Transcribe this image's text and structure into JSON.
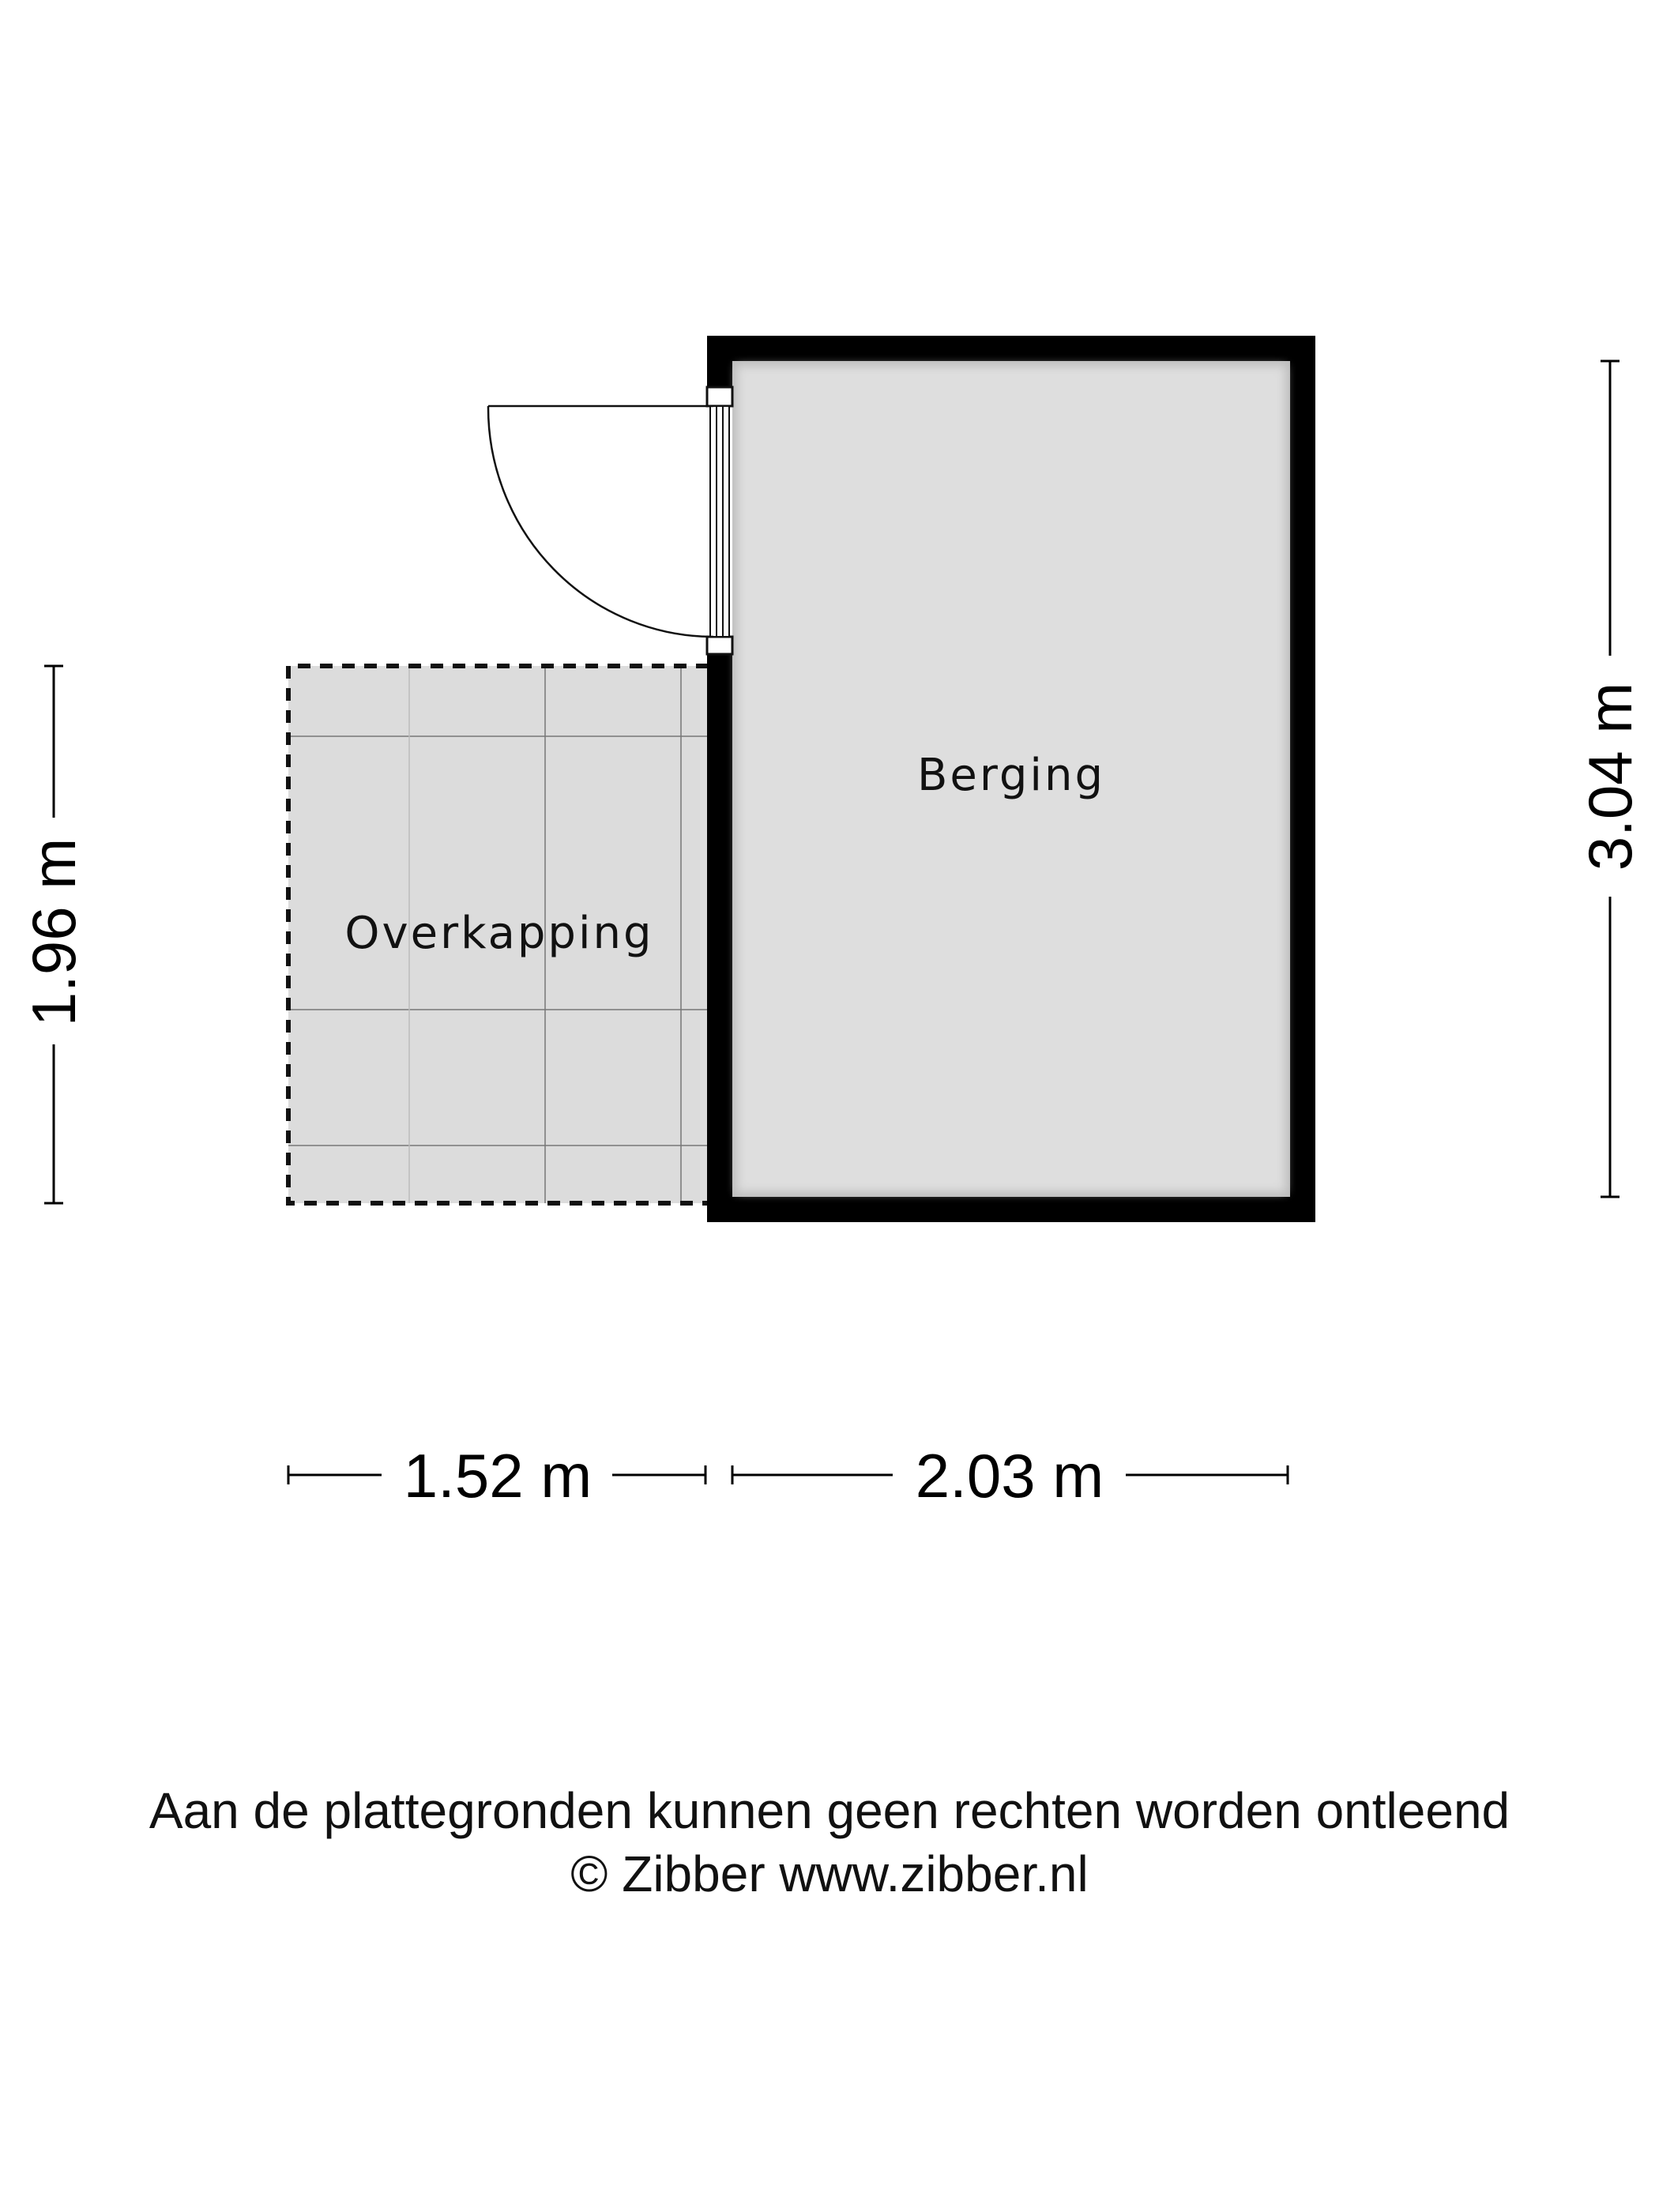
{
  "rooms": {
    "berging": "Berging",
    "overkapping": "Overkapping"
  },
  "dimensions": {
    "berging_width": "2.03 m",
    "overkapping_width": "1.52 m",
    "berging_height": "3.04 m",
    "overkapping_height": "1.96 m"
  },
  "footer": {
    "disclaimer": "Aan de plattegronden kunnen geen rechten worden ontleend",
    "copyright": "© Zibber www.zibber.nl"
  },
  "colors": {
    "wall": "#000000",
    "floor": "#dcdcdc",
    "grid_line": "#666666"
  }
}
